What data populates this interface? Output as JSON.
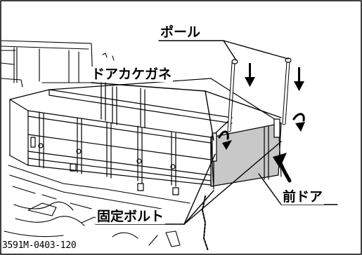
{
  "labels": {
    "pole": "ポール",
    "door_hook": "ドアカケガネ",
    "front_door": "前ドア",
    "fixing_bolt": "固定ボルト"
  },
  "figure_code": "3591M-0403-120",
  "colors": {
    "line": "#000000",
    "door_panel": "#c8c8c8",
    "background": "#ffffff"
  }
}
